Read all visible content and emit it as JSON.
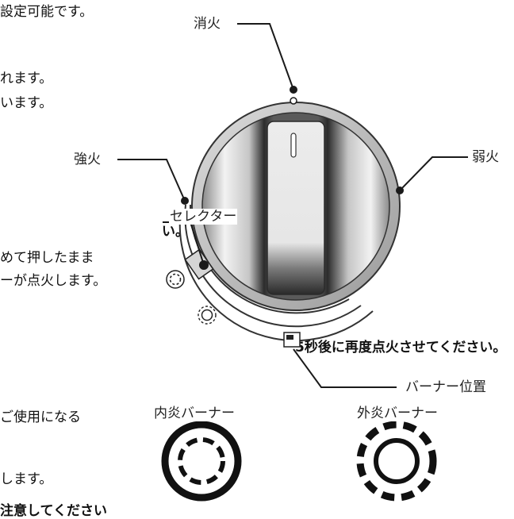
{
  "left_text": {
    "line1": "設定可能です。",
    "line2": "れます。",
    "line3": "います。",
    "line4": "い。",
    "line5": "めて押したまま",
    "line6": "ーが点火します。",
    "line7": "5秒後に再度点火させてください。",
    "line8": "ご使用になる",
    "line9": "します。",
    "line10": "注意してください"
  },
  "labels": {
    "off": "消火",
    "strong": "強火",
    "weak": "弱火",
    "selector": "セレクター",
    "burner_position": "バーナー位置",
    "inner_burner": "内炎バーナー",
    "outer_burner": "外炎バーナー"
  },
  "colors": {
    "line": "#1a1a1a",
    "knob_shadow": "#3a3a3a",
    "knob_light": "#f4f4f4"
  }
}
